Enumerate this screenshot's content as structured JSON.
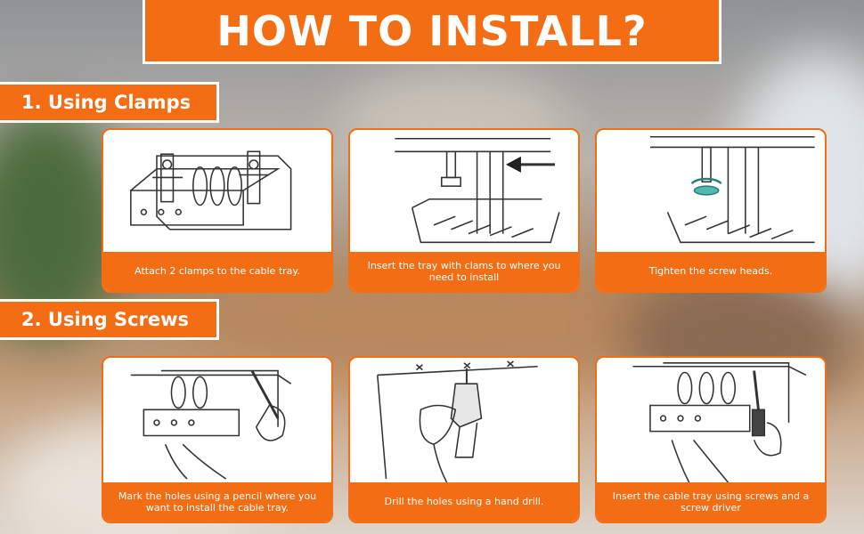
{
  "title": "HOW TO INSTALL?",
  "sections": [
    {
      "label": "1. Using Clamps",
      "steps": [
        {
          "caption": "Attach 2 clamps to the cable tray.",
          "icon": "clamp-tray-icon"
        },
        {
          "caption": "Insert the tray with clams to where you need to install",
          "icon": "insert-tray-icon"
        },
        {
          "caption": "Tighten the screw heads.",
          "icon": "tighten-screw-icon"
        }
      ]
    },
    {
      "label": "2. Using Screws",
      "steps": [
        {
          "caption": "Mark the holes using a pencil where you want to install the cable tray.",
          "icon": "pencil-mark-icon"
        },
        {
          "caption": "Drill the holes using a hand drill.",
          "icon": "hand-drill-icon"
        },
        {
          "caption": "Insert the cable tray using screws and a screw driver",
          "icon": "screwdriver-icon"
        }
      ]
    }
  ],
  "colors": {
    "accent": "#f26d14",
    "card": "#ffffff",
    "line": "#333333",
    "clip": "#4fb8b0"
  }
}
